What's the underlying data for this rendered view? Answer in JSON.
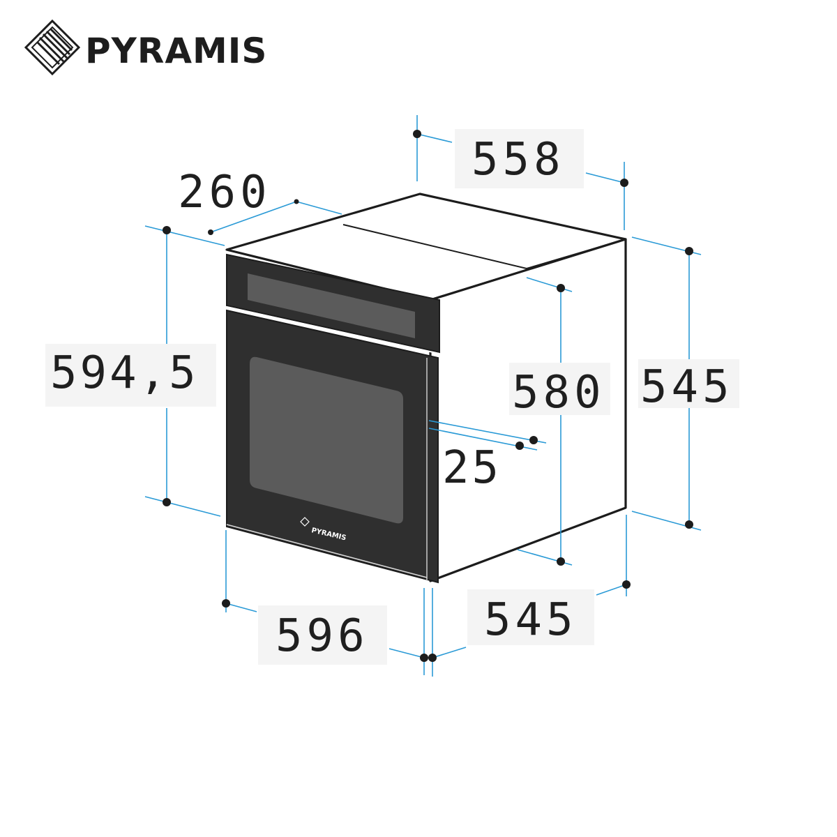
{
  "brand": {
    "name": "PYRAMIS",
    "door_badge": "PYRAMIS"
  },
  "colors": {
    "dimension_line": "#2a9ad6",
    "oven_body": "#2f2f2f",
    "oven_window": "#5b5b5b",
    "outline": "#1c1c1c"
  },
  "icons": {
    "logo": "pyramis-diamond-logo-icon"
  },
  "dimensions": {
    "top_width": "558",
    "top_depth": "260",
    "total_height": "594,5",
    "inner_height": "580",
    "side_height": "545",
    "door_gap": "25",
    "front_width": "596",
    "side_depth": "545"
  }
}
